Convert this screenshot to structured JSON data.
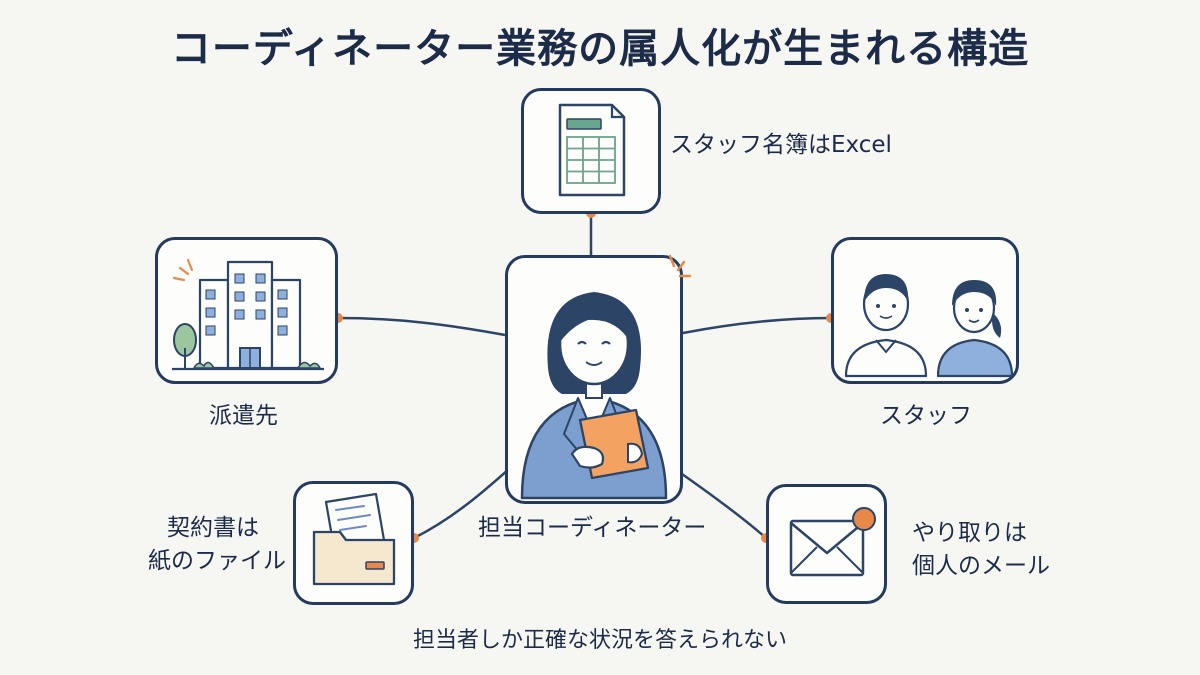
{
  "title": "コーディネーター業務の属人化が生まれる構造",
  "nodes": {
    "excel": {
      "label": "スタッフ名簿はExcel",
      "icon": "spreadsheet-icon"
    },
    "client": {
      "label": "派遣先",
      "icon": "office-building-icon"
    },
    "staff": {
      "label": "スタッフ",
      "icon": "staff-people-icon"
    },
    "coordinator": {
      "label": "担当コーディネーター",
      "icon": "coordinator-woman-icon"
    },
    "contract": {
      "label_line1": "契約書は",
      "label_line2": "紙のファイル",
      "icon": "paper-folder-icon"
    },
    "mail": {
      "label_line1": "やり取りは",
      "label_line2": "個人のメール",
      "icon": "envelope-icon"
    }
  },
  "footer": "担当者しか正確な状況を答えられない",
  "colors": {
    "outline": "#243a5e",
    "accent": "#e8894a",
    "jacket": "#7d9fcf",
    "spreadsheet_header": "#6aa58e",
    "folder": "#f6e7cf",
    "background": "#f6f6f3"
  }
}
